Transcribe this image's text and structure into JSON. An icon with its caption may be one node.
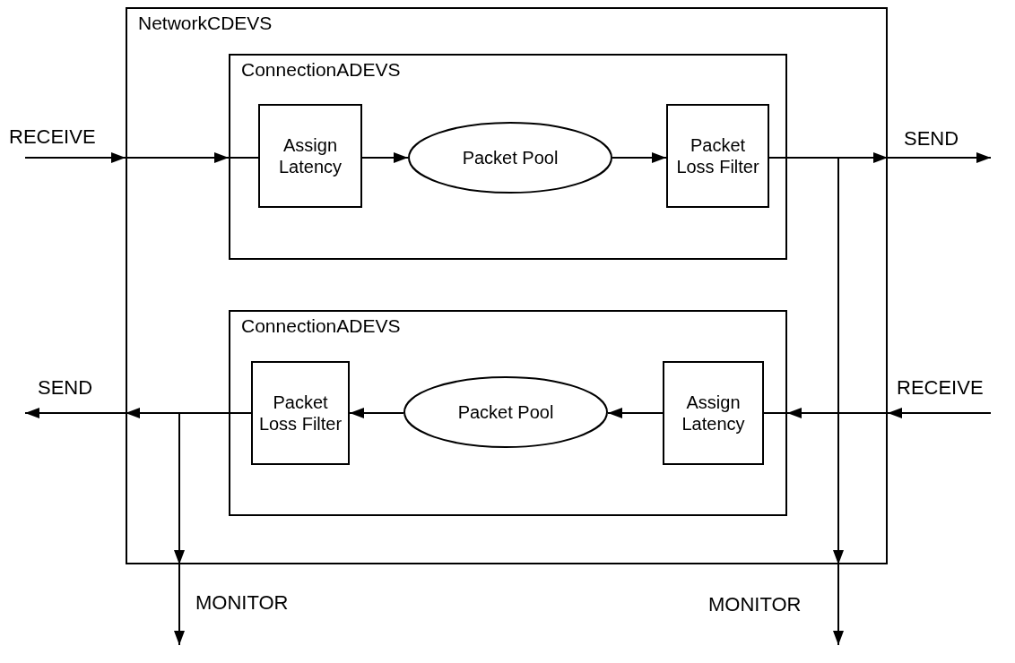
{
  "diagram": {
    "nodes": [
      {
        "text": [
          "NetworkCDEVS"
        ]
      },
      {
        "text": [
          "ConnectionADEVS"
        ],
        "in": 0
      },
      {
        "text": [
          "Assign Latency"
        ],
        "in": 1
      },
      {
        "text": [
          "Packet Pool"
        ],
        "in": 1
      },
      {
        "text": [
          "Packet Loss Filter"
        ],
        "in": 1
      },
      {
        "text": [
          "ConnectionADEVS"
        ],
        "in": 0
      },
      {
        "text": [
          "Packet Loss Filter"
        ],
        "in": 5
      },
      {
        "text": [
          "Packet Pool"
        ],
        "in": 5
      },
      {
        "text": [
          "Assign Latency"
        ],
        "in": 5
      }
    ],
    "edges": [
      {
        "from": null,
        "to": 0,
        "arrow": "to",
        "label": "RECEIVE"
      },
      {
        "from": 0,
        "to": 1,
        "arrow": "to"
      },
      {
        "from": 1,
        "to": 2,
        "arrow": "none"
      },
      {
        "from": 2,
        "to": 3,
        "arrow": "to"
      },
      {
        "from": 3,
        "to": 4,
        "arrow": "to"
      },
      {
        "from": 4,
        "to": 0,
        "arrow": "to"
      },
      {
        "from": 4,
        "to": 0,
        "arrow": "to"
      },
      {
        "from": 0,
        "to": null,
        "arrow": "to",
        "label": "SEND"
      },
      {
        "from": 0,
        "to": null,
        "arrow": "to",
        "label": "MONITOR"
      },
      {
        "from": null,
        "to": 0,
        "arrow": "to",
        "label": "RECEIVE"
      },
      {
        "from": 0,
        "to": 5,
        "arrow": "to"
      },
      {
        "from": 5,
        "to": 8,
        "arrow": "none"
      },
      {
        "from": 8,
        "to": 7,
        "arrow": "to"
      },
      {
        "from": 7,
        "to": 6,
        "arrow": "to"
      },
      {
        "from": 6,
        "to": 0,
        "arrow": "to"
      },
      {
        "from": 6,
        "to": 0,
        "arrow": "to"
      },
      {
        "from": 0,
        "to": null,
        "arrow": "to",
        "label": "SEND"
      },
      {
        "from": 0,
        "to": null,
        "arrow": "to",
        "label": "MONITOR"
      }
    ]
  }
}
